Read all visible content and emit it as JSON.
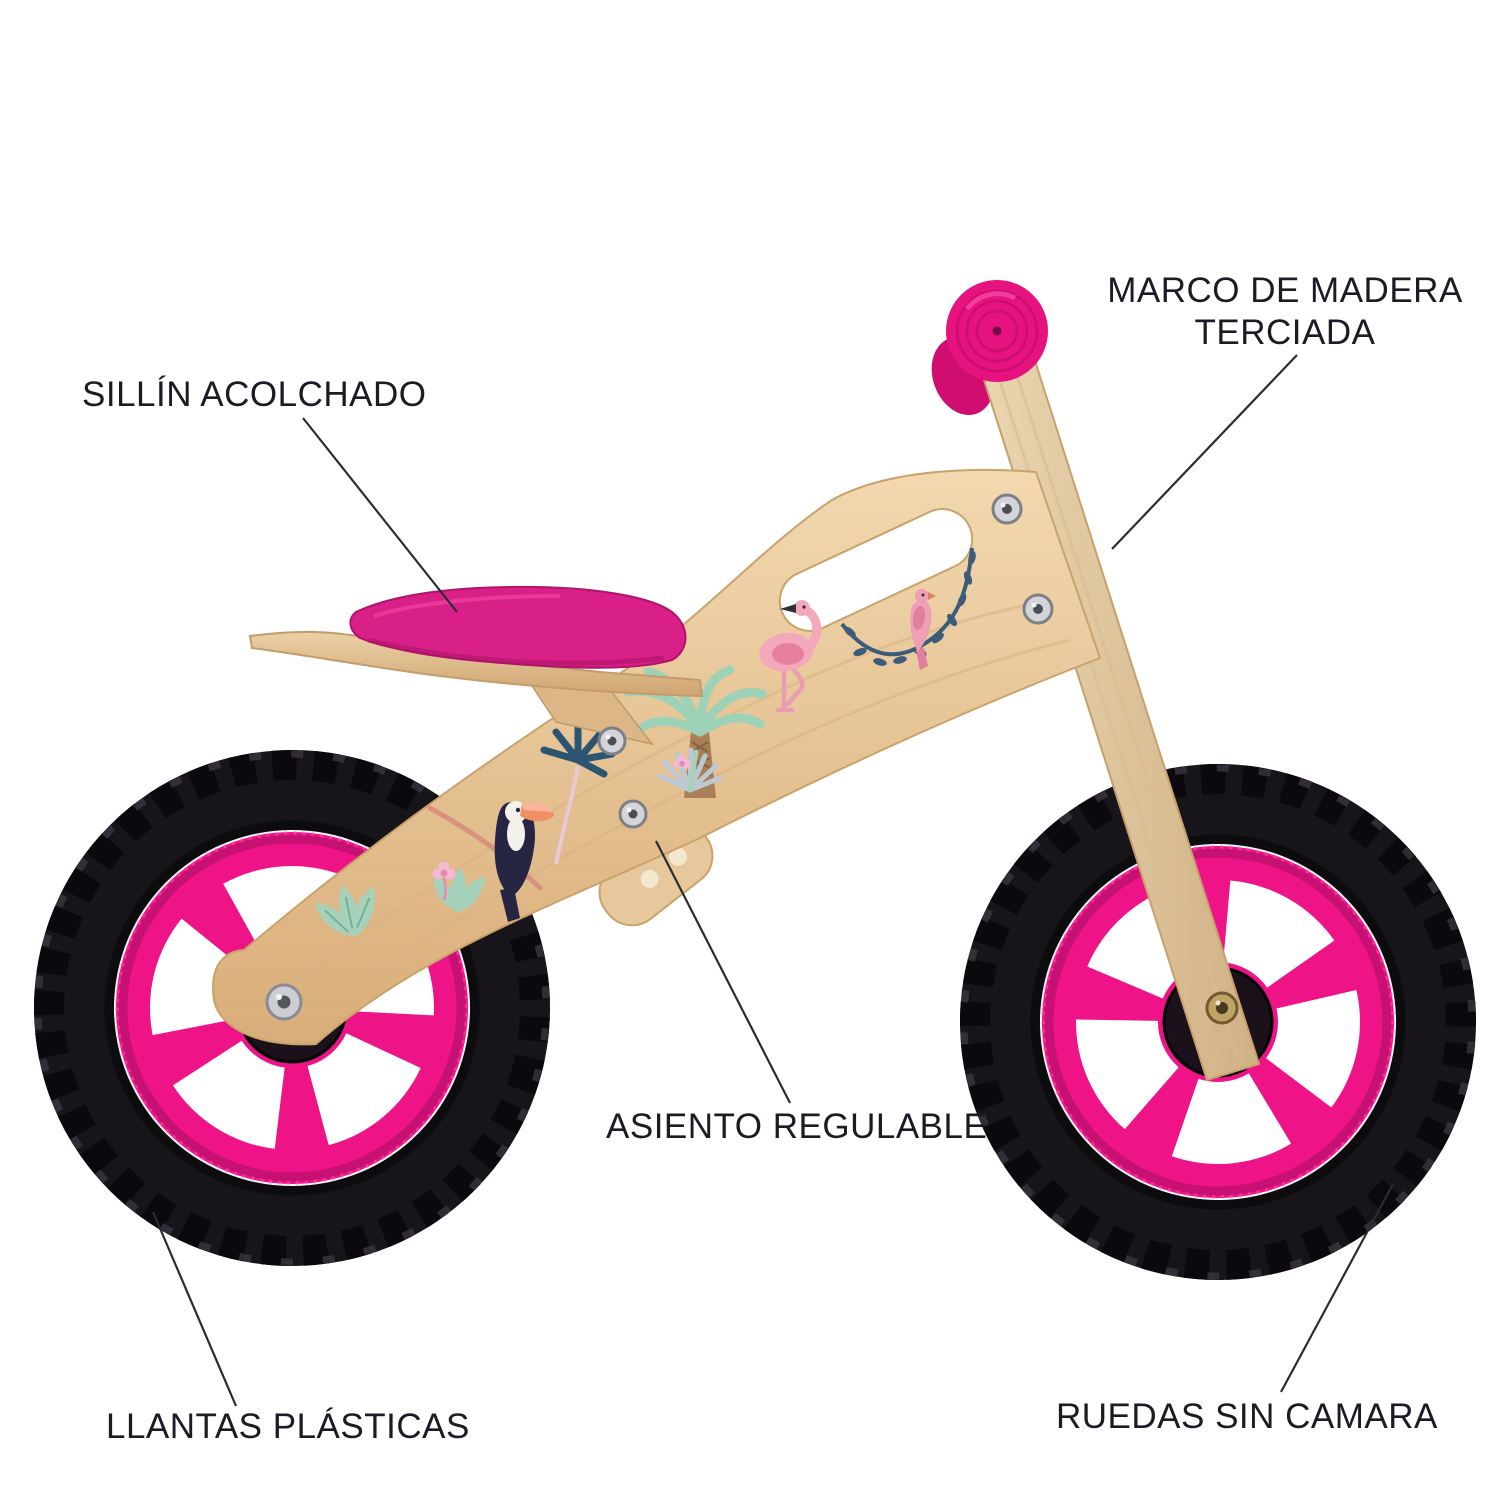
{
  "labels": {
    "padded_seat": "SILLÍN ACOLCHADO",
    "plywood_frame_line1": "MARCO DE MADERA",
    "plywood_frame_line2": "TERCIADA",
    "adjustable_seat": "ASIENTO REGULABLE",
    "plastic_rims": "LLANTAS PLÁSTICAS",
    "tubeless_wheels": "RUEDAS SIN CAMARA"
  },
  "colors": {
    "accent_pink": "#e5127f",
    "rim_pink": "#ee1488",
    "rim_pink_dark": "#c11070",
    "seat_pink": "#d92089",
    "tire_black": "#17141a",
    "wood_light": "#f2d9b0",
    "wood_mid": "#dfbb8b",
    "wood_dark": "#c49a66",
    "label_text": "#1b1b26",
    "leader_line": "#2b2b33"
  }
}
